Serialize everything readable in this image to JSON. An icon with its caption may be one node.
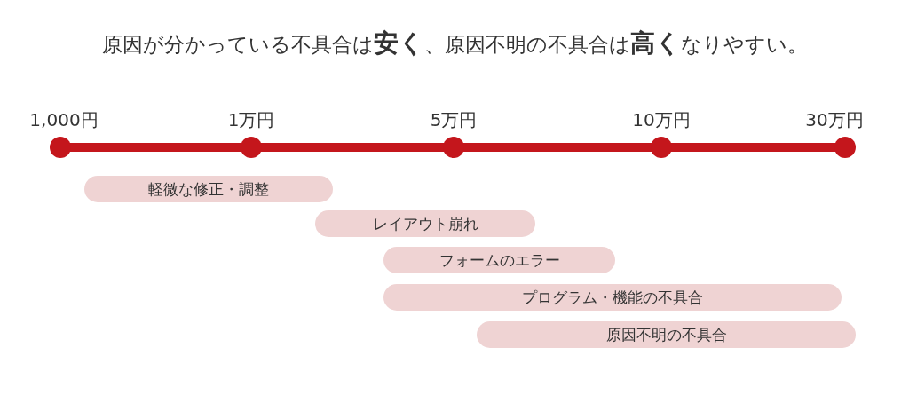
{
  "diagram": {
    "title": "原因が分かっている不具合は**安く**、原因不明の不具合は**高く**なりやすい。",
    "nodes": [
      {
        "text": [
          "軽微な修正・調整"
        ]
      },
      {
        "text": [
          "レイアウト崩れ"
        ]
      },
      {
        "text": [
          "フォームのエラー"
        ]
      },
      {
        "text": [
          "プログラム・機能の不具合"
        ]
      },
      {
        "text": [
          "原因不明の不具合"
        ]
      }
    ],
    "edges": [],
    "labels": [
      "1,000円",
      "1万円",
      "5万円",
      "10万円",
      "30万円"
    ]
  }
}
